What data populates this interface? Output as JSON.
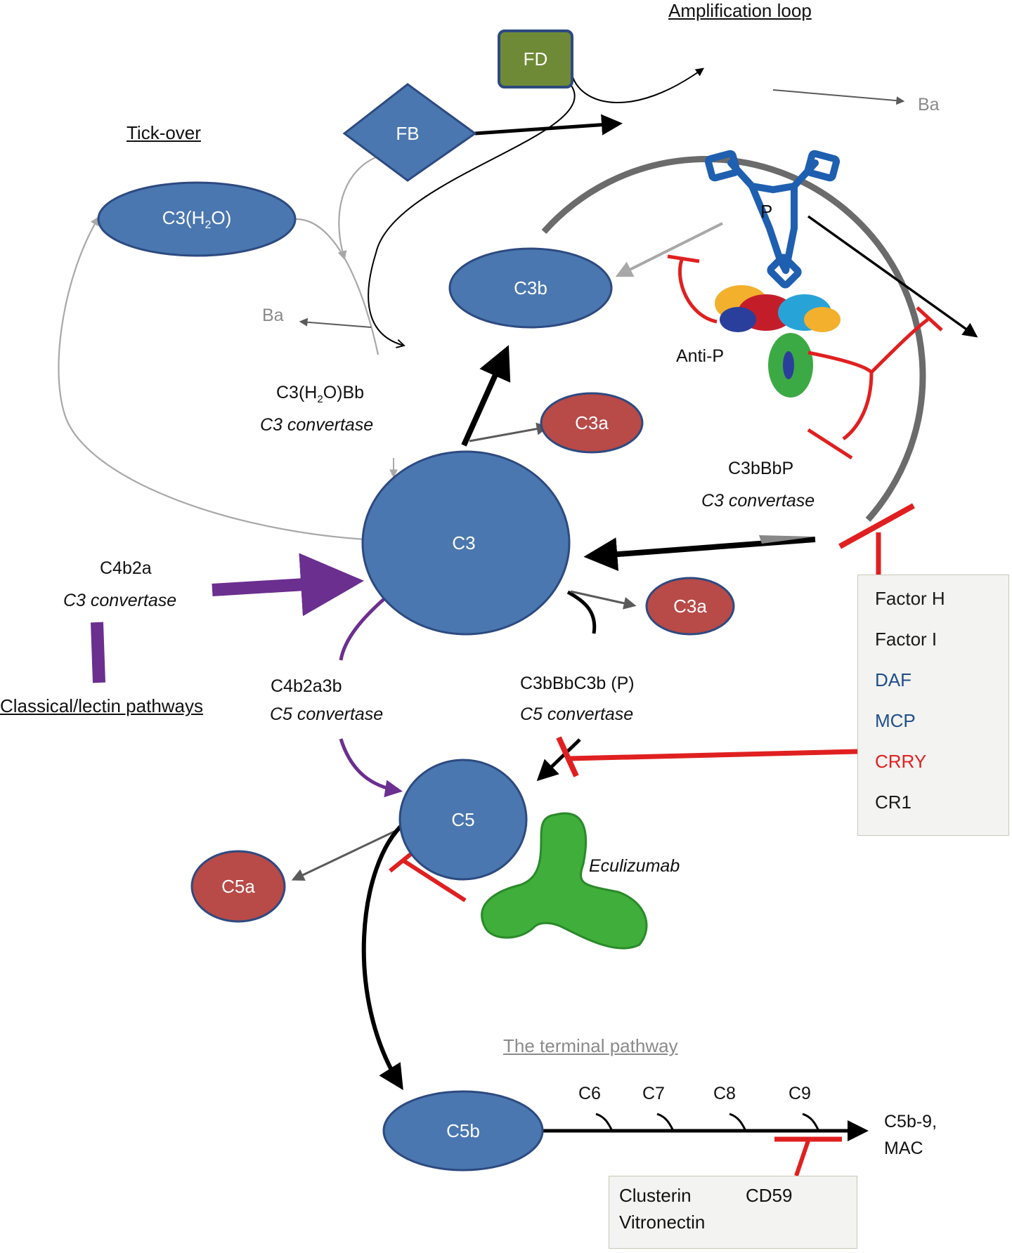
{
  "headings": {
    "amplification": "Amplification loop",
    "tick_over": "Tick-over",
    "terminal": "The terminal pathway",
    "classical": "Classical/lectin pathways"
  },
  "nodes": {
    "fd": "FD",
    "fb": "FB",
    "c3h2o": "C3(H2O)",
    "c3b": "C3b",
    "c3a_top": "C3a",
    "c3": "C3",
    "c3a_right": "C3a",
    "c5": "C5",
    "c5a": "C5a",
    "c5b": "C5b",
    "p": "P"
  },
  "labels": {
    "ba_top": "Ba",
    "ba_left": "Ba",
    "anti_p": "Anti-P",
    "c3h2obb": "C3(H2O)Bb",
    "c3_convertase_1": "C3 convertase",
    "c3bbbp": "C3bBbP",
    "c3_convertase_2": "C3 convertase",
    "c4b2a": "C4b2a",
    "c3_convertase_3": "C3 convertase",
    "c4b2a3b": "C4b2a3b",
    "c5_convertase_1": "C5 convertase",
    "c3bbbc3b": "C3bBbC3b (P)",
    "c5_convertase_2": "C5 convertase",
    "eculizumab": "Eculizumab",
    "c6": "C6",
    "c7": "C7",
    "c8": "C8",
    "c9": "C9",
    "mac_line1": "C5b-9,",
    "mac_line2": "MAC"
  },
  "regulators": [
    {
      "name": "Factor H",
      "color": "#1a1a1a"
    },
    {
      "name": "Factor I",
      "color": "#1a1a1a"
    },
    {
      "name": "DAF",
      "color": "#1f4e8c"
    },
    {
      "name": "MCP",
      "color": "#1f4e8c"
    },
    {
      "name": "CRRY",
      "color": "#e02020"
    },
    {
      "name": "CR1",
      "color": "#1a1a1a"
    }
  ],
  "terminal_regulators": {
    "clusterin": "Clusterin",
    "vitronectin": "Vitronectin",
    "cd59": "CD59"
  },
  "colors": {
    "node_blue": "#4a77b0",
    "node_red": "#b84a48",
    "fd_green": "#6f8a36",
    "purple": "#6b2f8f",
    "inhibit_red": "#e02020",
    "loop_grey": "#6b6b6b"
  }
}
